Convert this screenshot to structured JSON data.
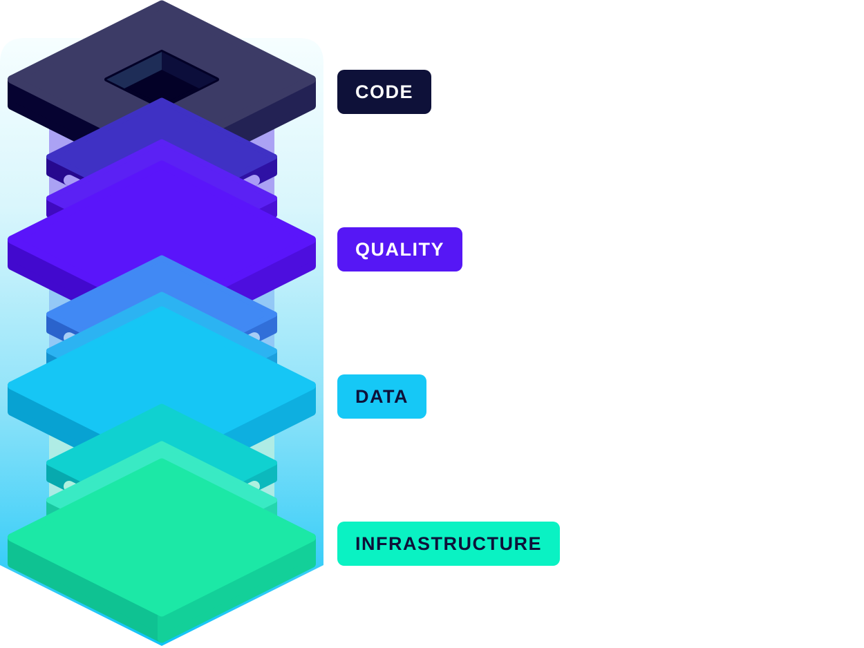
{
  "diagram": {
    "title_labels": [
      "CODE",
      "QUALITY",
      "DATA",
      "INFRASTRUCTURE"
    ],
    "background": {
      "gradient_top": "#f6feff",
      "gradient_upper": "#d9f6fc",
      "gradient_mid": "#8fe3f9",
      "gradient_bottom": "#10c3f8"
    },
    "layers": [
      {
        "id": "code",
        "label": "CODE",
        "badge": {
          "bg": "#0e1139",
          "text": "#ffffff"
        },
        "slab": {
          "top": "#3c3b66",
          "left": "#060331",
          "right": "#232254"
        },
        "hole": {
          "floor": "#030127",
          "left_wall": "#1e2d57",
          "right_wall": "#0c0e3b"
        }
      },
      {
        "id": "quality",
        "label": "QUALITY",
        "badge": {
          "bg": "#5617f5",
          "text": "#ffffff"
        },
        "column": "#a193f2",
        "chevron_upper": "#a99df5",
        "chevron_lower": "#b3a5f8",
        "slab_a": {
          "top": "#3f31c4",
          "left": "#26098e",
          "right": "#2e11a4"
        },
        "slab_b": {
          "top": "#5b21f4",
          "left": "#3f0abf",
          "right": "#4a10d6"
        },
        "slab": {
          "top": "#5a15fa",
          "left": "#4209ce",
          "right": "#4d0ede"
        }
      },
      {
        "id": "data",
        "label": "DATA",
        "badge": {
          "bg": "#16c8f6",
          "text": "#0e1139"
        },
        "column": "#8ec2f4",
        "chevron_upper": "#a8cdf5",
        "chevron_lower": "#b9e6fb",
        "slab_a": {
          "top": "#4189f4",
          "left": "#2a63cc",
          "right": "#316fd9"
        },
        "slab_b": {
          "top": "#2cb3f2",
          "left": "#1391cf",
          "right": "#1c9fdd"
        },
        "slab": {
          "top": "#16c6f5",
          "left": "#08a2d2",
          "right": "#0eafe0"
        }
      },
      {
        "id": "infrastructure",
        "label": "INFRASTRUCTURE",
        "badge": {
          "bg": "#0af2c3",
          "text": "#0e1139"
        },
        "column": "#b9efe2",
        "chevron_upper": "#aef0df",
        "chevron_lower": "#ddfcf2",
        "slab_a": {
          "top": "#10d1d0",
          "left": "#07a9ae",
          "right": "#0cb9bd"
        },
        "slab_b": {
          "top": "#39eac4",
          "left": "#19c7a0",
          "right": "#24d6ae"
        },
        "slab": {
          "top": "#1ce8a6",
          "left": "#0fc292",
          "right": "#13d099"
        }
      }
    ]
  }
}
